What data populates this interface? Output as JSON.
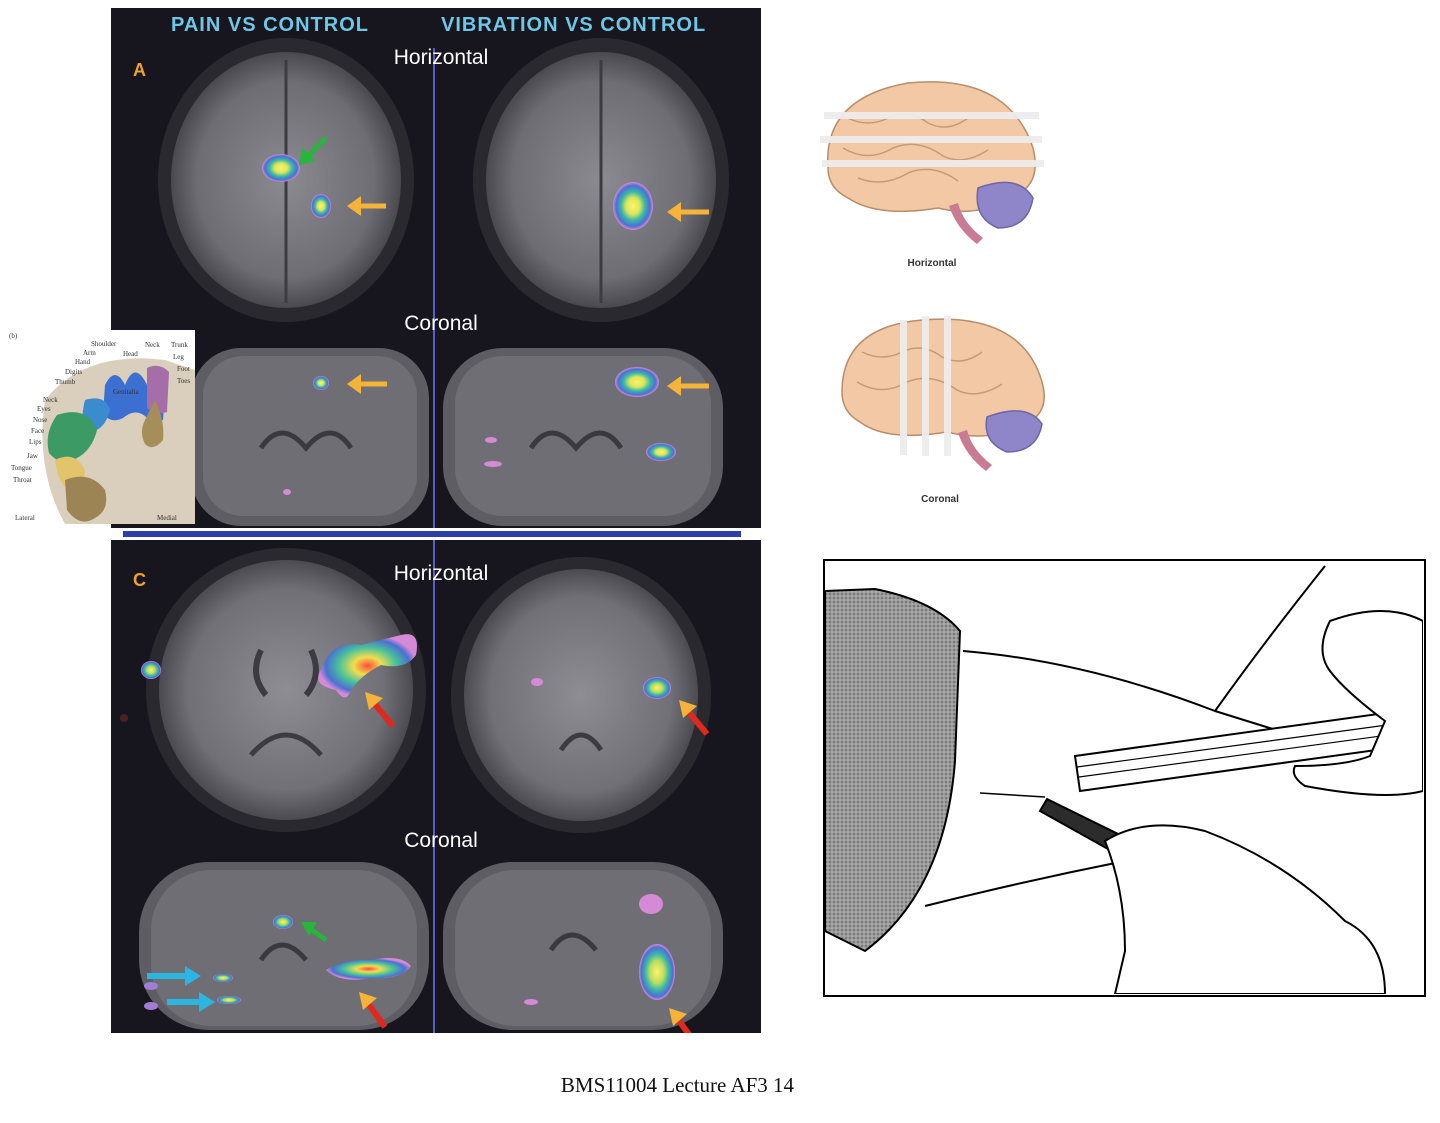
{
  "figure": {
    "column_headers": [
      "PAIN VS CONTROL",
      "VIBRATION VS CONTROL"
    ],
    "panel_letters": [
      "A",
      "C"
    ],
    "plane_labels": {
      "a_horizontal": "Horizontal",
      "a_coronal": "Coronal",
      "c_horizontal": "Horizontal",
      "c_coronal": "Coronal"
    },
    "colors": {
      "background": "#17161e",
      "header_text": "#6dc7e6",
      "panel_letter": "#f0a12b",
      "divider": "#2b3fa6",
      "arrow_orange": "#f5b33a",
      "arrow_green": "#27b53c",
      "arrow_red": "#e0291c",
      "arrow_blue": "#2ab6e0"
    },
    "icons": [
      "orange-arrow-icon",
      "green-arrow-icon",
      "red-arrow-icon",
      "blue-arrow-icon"
    ]
  },
  "homunculus": {
    "panel_mark": "(b)",
    "labels": [
      "Shoulder",
      "Arm",
      "Head",
      "Neck",
      "Trunk",
      "Leg",
      "Hand",
      "Foot",
      "Digits",
      "Toes",
      "Thumb",
      "Genitalia",
      "Neck",
      "Eyes",
      "Nose",
      "Face",
      "Lips",
      "Jaw",
      "Tongue",
      "Throat"
    ],
    "axis_left": "Lateral",
    "axis_right": "Medial"
  },
  "brain_sketches": {
    "horizontal_caption": "Horizontal",
    "coronal_caption": "Coronal"
  },
  "footer": {
    "text": "BMS11004 Lecture AF3 14"
  }
}
